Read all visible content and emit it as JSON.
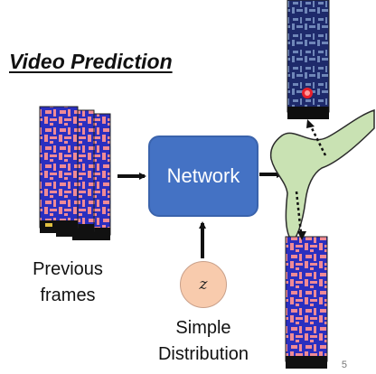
{
  "title": "Video Prediction",
  "network_label": "Network",
  "z_label": "z",
  "previous_frames_label": "Previous frames",
  "simple_distribution_label": "Simple Distribution",
  "page_number": "5",
  "colors": {
    "network_fill": "#4472C4",
    "z_fill": "#F8CBAD",
    "distribution_blob": "#C9E2B3",
    "frame_background": "#2B2FBF",
    "frame_walls": "#F08A95",
    "frame_hud": "#111111",
    "target_dot": "#E8202A"
  },
  "icons": {
    "previous_frames": "game-frame-stack",
    "predicted_frame_top": "game-frame",
    "predicted_frame_bottom": "game-frame"
  }
}
